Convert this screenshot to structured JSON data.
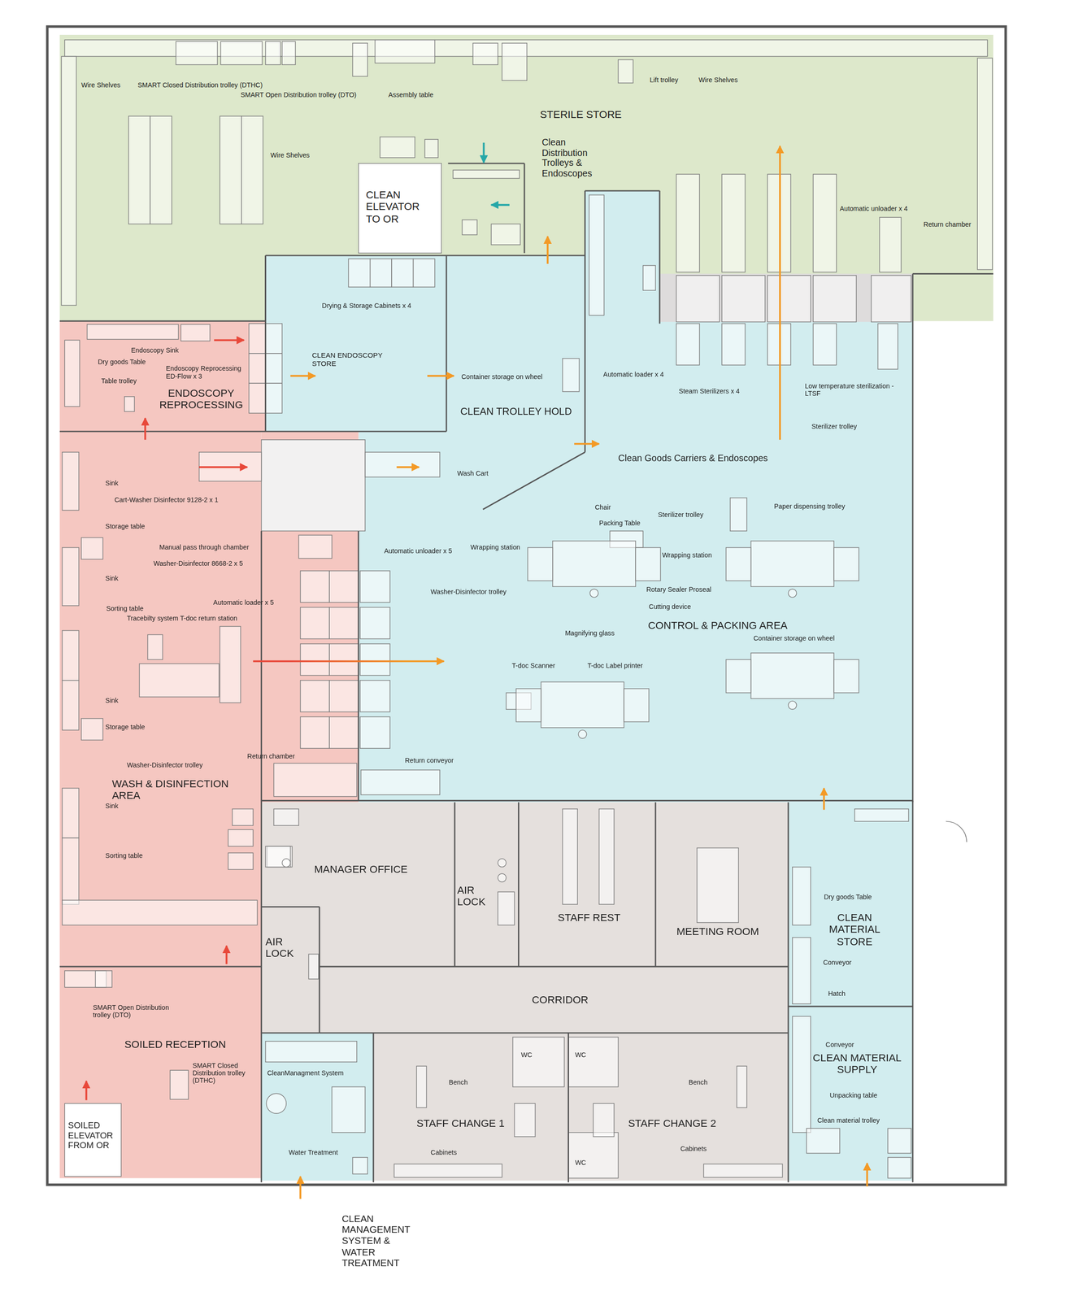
{
  "diagram": {
    "nodes": [
      {
        "text": [
          "STERILE STORE"
        ]
      },
      {
        "text": [
          "CLEAN ELEVATOR TO OR"
        ],
        "in": 0
      },
      {
        "text": [
          "ENDOSCOPY REPROCESSING"
        ]
      },
      {
        "text": [
          "CLEAN ENDOSCOPY STORE"
        ]
      },
      {
        "text": [
          "CLEAN TROLLEY HOLD"
        ]
      },
      {
        "text": [
          "CONTROL & PACKING AREA"
        ]
      },
      {
        "text": [
          "WASH & DISINFECTION AREA"
        ]
      },
      {
        "text": [
          "MANAGER OFFICE"
        ]
      },
      {
        "text": [
          "AIR LOCK"
        ]
      },
      {
        "text": [
          "STAFF REST"
        ]
      },
      {
        "text": [
          "MEETING ROOM"
        ]
      },
      {
        "text": [
          "CLEAN MATERIAL STORE"
        ]
      },
      {
        "text": [
          "AIR LOCK"
        ]
      },
      {
        "text": [
          "CORRIDOR"
        ]
      },
      {
        "text": [
          "SOILED RECEPTION"
        ]
      },
      {
        "text": [
          "CLEAN MANAGEMENT SYSTEM & WATER TREATMENT"
        ]
      },
      {
        "text": [
          "STAFF CHANGE 1"
        ]
      },
      {
        "text": [
          "STAFF CHANGE 2"
        ]
      },
      {
        "text": [
          "CLEAN MATERIAL SUPPLY"
        ]
      },
      {
        "text": [
          "SOILED ELEVATOR FROM OR"
        ],
        "in": 14
      }
    ],
    "edges": [
      {
        "from": 19,
        "to": 14,
        "arrow": "to"
      },
      {
        "from": 14,
        "to": 6,
        "arrow": "to"
      },
      {
        "from": 6,
        "to": 2,
        "arrow": "to"
      },
      {
        "from": 2,
        "to": 3,
        "arrow": "to"
      },
      {
        "from": 3,
        "to": 4,
        "arrow": "to"
      },
      {
        "from": 4,
        "to": 5,
        "arrow": "to"
      },
      {
        "from": 6,
        "to": 5,
        "arrow": "to"
      },
      {
        "from": 5,
        "to": 0,
        "arrow": "to"
      },
      {
        "from": 4,
        "to": 0,
        "arrow": "to"
      },
      {
        "from": 11,
        "to": 5,
        "arrow": "to"
      }
    ],
    "labels": [
      "Wire Shelves",
      "SMART Closed Distribution trolley (DTHC)",
      "SMART Open Distribution trolley (DTO)",
      "Assembly table",
      "Lift trolley",
      "Wire Shelves",
      "Wire Shelves",
      "Clean Distribution Trolleys & Endoscopes",
      "Automatic unloader x 4",
      "Return chamber",
      "Drying & Storage Cabinets x 4",
      "Endoscopy Sink",
      "Dry goods Table",
      "Endoscopy Reprocessing ED-Flow x 3",
      "Table trolley",
      "Container storage on wheel",
      "Automatic loader x 4",
      "Steam Sterilizers x 4",
      "Low temperature sterilization - LTSF",
      "Sterilizer trolley",
      "Clean Goods Carriers & Endoscopes",
      "Sink",
      "Cart-Washer Disinfector 9128-2 x 1",
      "Wash Cart",
      "Storage table",
      "Manual pass through chamber",
      "Washer-Disinfector 8668-2 x 5",
      "Automatic unloader x 5",
      "Sink",
      "Washer-Disinfector trolley",
      "Sorting table",
      "Automatic loader x 5",
      "Tracebilty system T-doc return station",
      "Sink",
      "Storage table",
      "Washer-Disinfector trolley",
      "Return chamber",
      "Return conveyor",
      "Sink",
      "Sorting table",
      "Chair",
      "Packing Table",
      "Sterilizer trolley",
      "Paper dispensing trolley",
      "Wrapping station",
      "Wrapping station",
      "Rotary Sealer Proseal",
      "Cutting device",
      "Magnifying glass",
      "Container storage on wheel",
      "T-doc Scanner",
      "T-doc Label printer",
      "Dry goods Table",
      "Conveyor",
      "Hatch",
      "SMART Open Distribution trolley (DTO)",
      "SMART Closed Distribution trolley (DTHC)",
      "CleanManagment System",
      "WC",
      "WC",
      "WC",
      "Bench",
      "Bench",
      "Cabinets",
      "Cabinets",
      "Conveyor",
      "Unpacking table",
      "Clean material trolley",
      "Water Treatment"
    ]
  }
}
